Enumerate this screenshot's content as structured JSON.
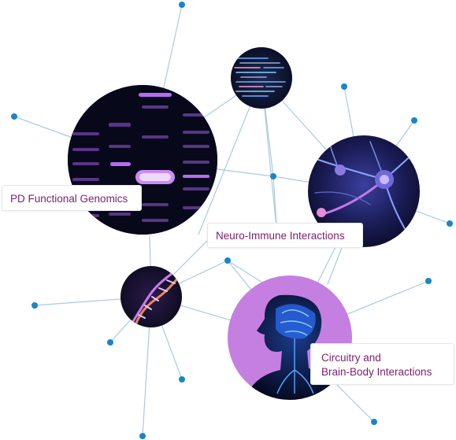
{
  "labels": {
    "genomics": "PD Functional Genomics",
    "neuro_immune": "Neuro-Immune Interactions",
    "circuitry_line1": "Circuitry and",
    "circuitry_line2": "Brain-Body Interactions"
  },
  "colors": {
    "node": "#1a85c7",
    "edge": "#a9cbe0",
    "label_text": "#7a1f6e",
    "brain_circle_bg": "#c47fe0",
    "gel_bg": "#07081a",
    "gel_band": "#b46cf0"
  }
}
